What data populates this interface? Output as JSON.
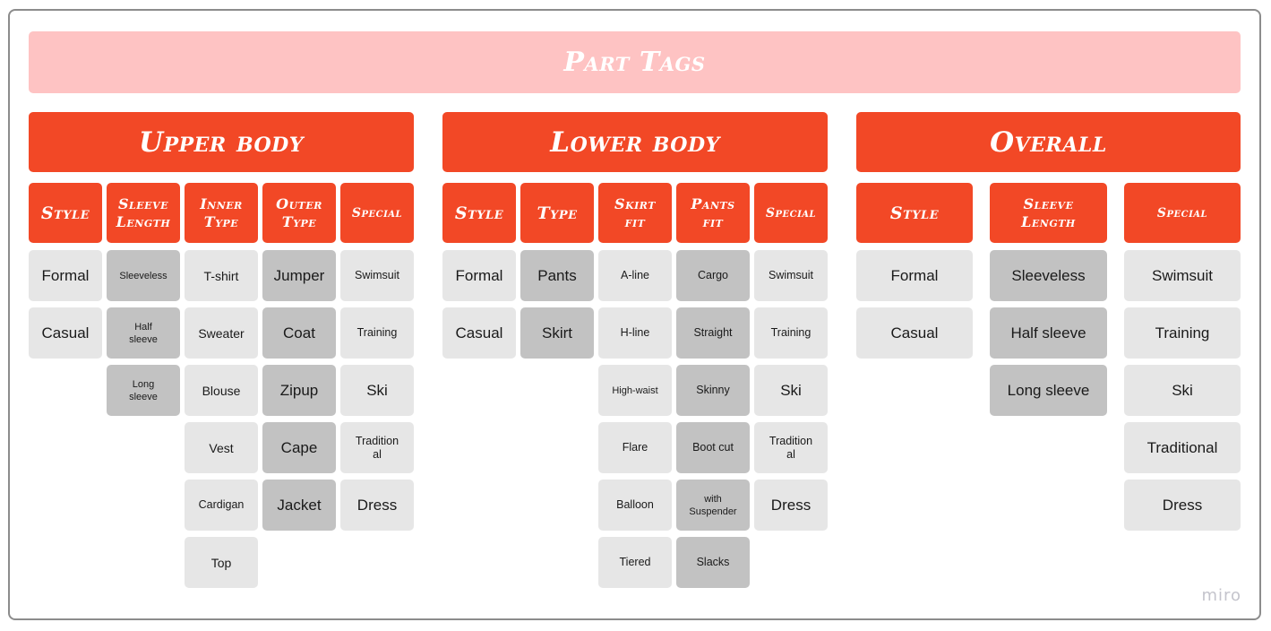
{
  "banner": "Part Tags",
  "groups": {
    "upper": "Upper body",
    "lower": "Lower body",
    "overall": "Overall"
  },
  "columns": {
    "upper_style": "Style",
    "upper_sleeve": "Sleeve\nLength",
    "upper_inner": "Inner\nType",
    "upper_outer": "Outer\nType",
    "upper_special": "Special",
    "lower_style": "Style",
    "lower_type": "Type",
    "lower_skirt": "Skirt\nfit",
    "lower_pants": "Pants\nfit",
    "lower_special": "Special",
    "overall_style": "Style",
    "overall_sleeve": "Sleeve\nLength",
    "overall_special": "Special"
  },
  "upper_style": [
    "Formal",
    "Casual"
  ],
  "upper_sleeve": [
    "Sleeveless",
    "Half\nsleeve",
    "Long\nsleeve"
  ],
  "upper_inner": [
    "T-shirt",
    "Sweater",
    "Blouse",
    "Vest",
    "Cardigan",
    "Top"
  ],
  "upper_outer": [
    "Jumper",
    "Coat",
    "Zipup",
    "Cape",
    "Jacket"
  ],
  "upper_special": [
    "Swimsuit",
    "Training",
    "Ski",
    "Tradition\nal",
    "Dress"
  ],
  "lower_style": [
    "Formal",
    "Casual"
  ],
  "lower_type": [
    "Pants",
    "Skirt"
  ],
  "lower_skirt": [
    "A-line",
    "H-line",
    "High-waist",
    "Flare",
    "Balloon",
    "Tiered"
  ],
  "lower_pants": [
    "Cargo",
    "Straight",
    "Skinny",
    "Boot cut",
    "with\nSuspender",
    "Slacks"
  ],
  "lower_special": [
    "Swimsuit",
    "Training",
    "Ski",
    "Tradition\nal",
    "Dress"
  ],
  "overall_style": [
    "Formal",
    "Casual"
  ],
  "overall_sleeve": [
    "Sleeveless",
    "Half sleeve",
    "Long sleeve"
  ],
  "overall_special": [
    "Swimsuit",
    "Training",
    "Ski",
    "Traditional",
    "Dress"
  ],
  "watermark": "miro",
  "colors": {
    "banner": "#fec3c3",
    "header": "#f24826",
    "tag_light": "#e6e6e6",
    "tag_dark": "#c2c2c2"
  }
}
